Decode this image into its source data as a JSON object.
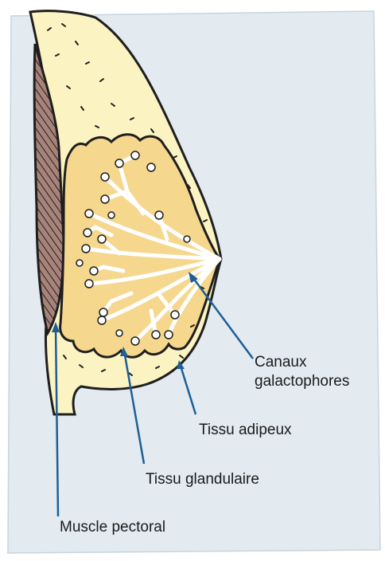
{
  "colors": {
    "panel": "#e3ebf1",
    "panel_edge": "#c9d4dc",
    "adipose": "#fbf3c2",
    "gland": "#f6d78e",
    "outline": "#1f1f1f",
    "muscle": "#a8837a",
    "leader": "#1d5f95"
  },
  "labels": {
    "ducts": [
      "Canaux",
      "galactophores"
    ],
    "adipose": "Tissu adipeux",
    "gland": "Tissu glandulaire",
    "muscle": "Muscle pectoral"
  }
}
